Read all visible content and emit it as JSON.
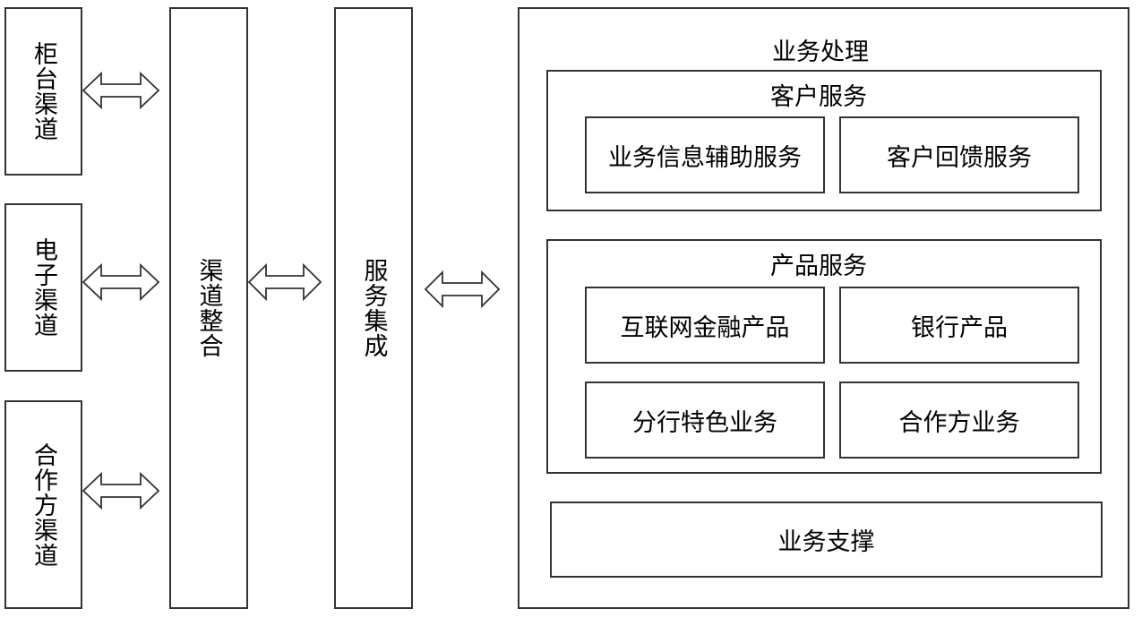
{
  "channels": [
    {
      "label": "柜台渠道"
    },
    {
      "label": "电子渠道"
    },
    {
      "label": "合作方渠道"
    }
  ],
  "channel_integration": {
    "label": "渠道整合"
  },
  "service_integration": {
    "label": "服务集成"
  },
  "business_processing": {
    "title": "业务处理",
    "customer_service": {
      "title": "客户服务",
      "items": [
        "业务信息辅助服务",
        "客户回馈服务"
      ]
    },
    "product_service": {
      "title": "产品服务",
      "items": [
        "互联网金融产品",
        "银行产品",
        "分行特色业务",
        "合作方业务"
      ]
    },
    "support": {
      "label": "业务支撑"
    }
  }
}
